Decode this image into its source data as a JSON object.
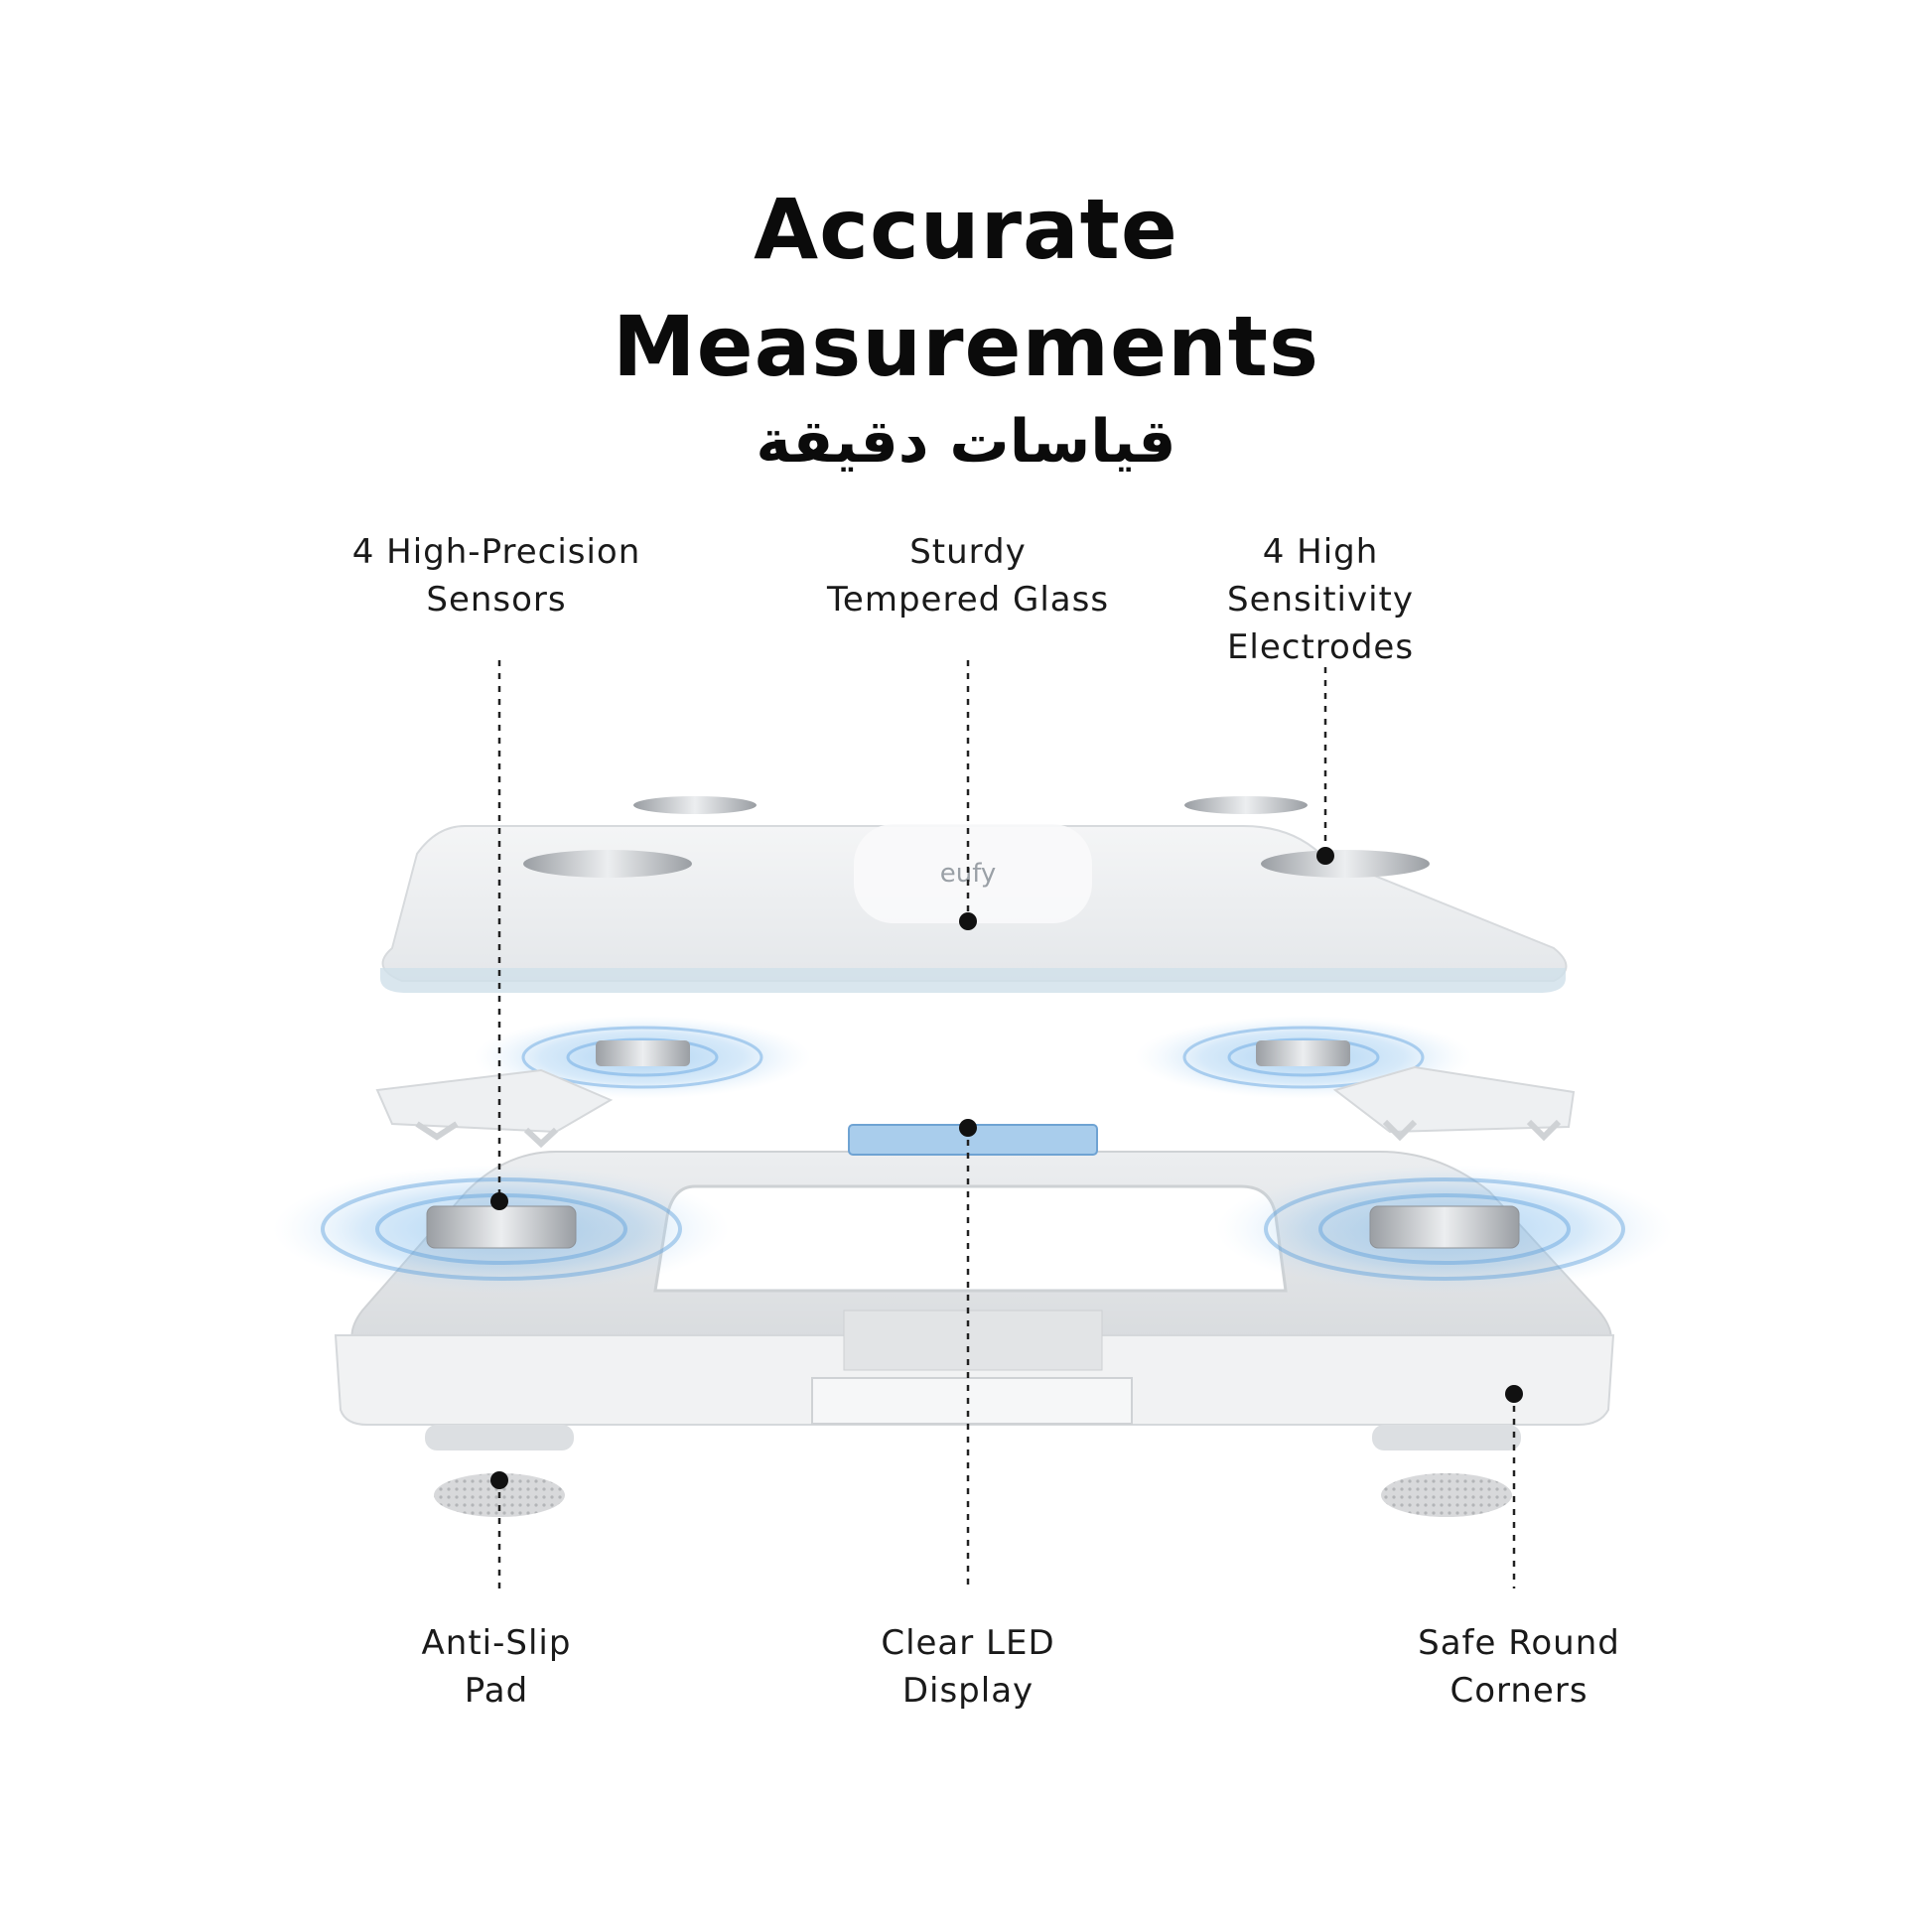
{
  "title": {
    "line1": "Accurate",
    "line2": "Measurements",
    "arabic": "قياسات دقيقة"
  },
  "logo_text": "eufy",
  "labels": {
    "sensors": [
      "4 High-Precision",
      "Sensors"
    ],
    "glass": [
      "Sturdy",
      "Tempered Glass"
    ],
    "electrodes": [
      "4 High",
      "Sensitivity",
      "Electrodes"
    ],
    "pad": [
      "Anti-Slip",
      "Pad"
    ],
    "display": [
      "Clear LED",
      "Display"
    ],
    "corners": [
      "Safe Round",
      "Corners"
    ]
  },
  "colors": {
    "glow": "#4d9be0",
    "glass_top": "#eef0f2",
    "frame": "#e3e5e7",
    "metal": "#b9bcc0",
    "leader": "#222222"
  }
}
